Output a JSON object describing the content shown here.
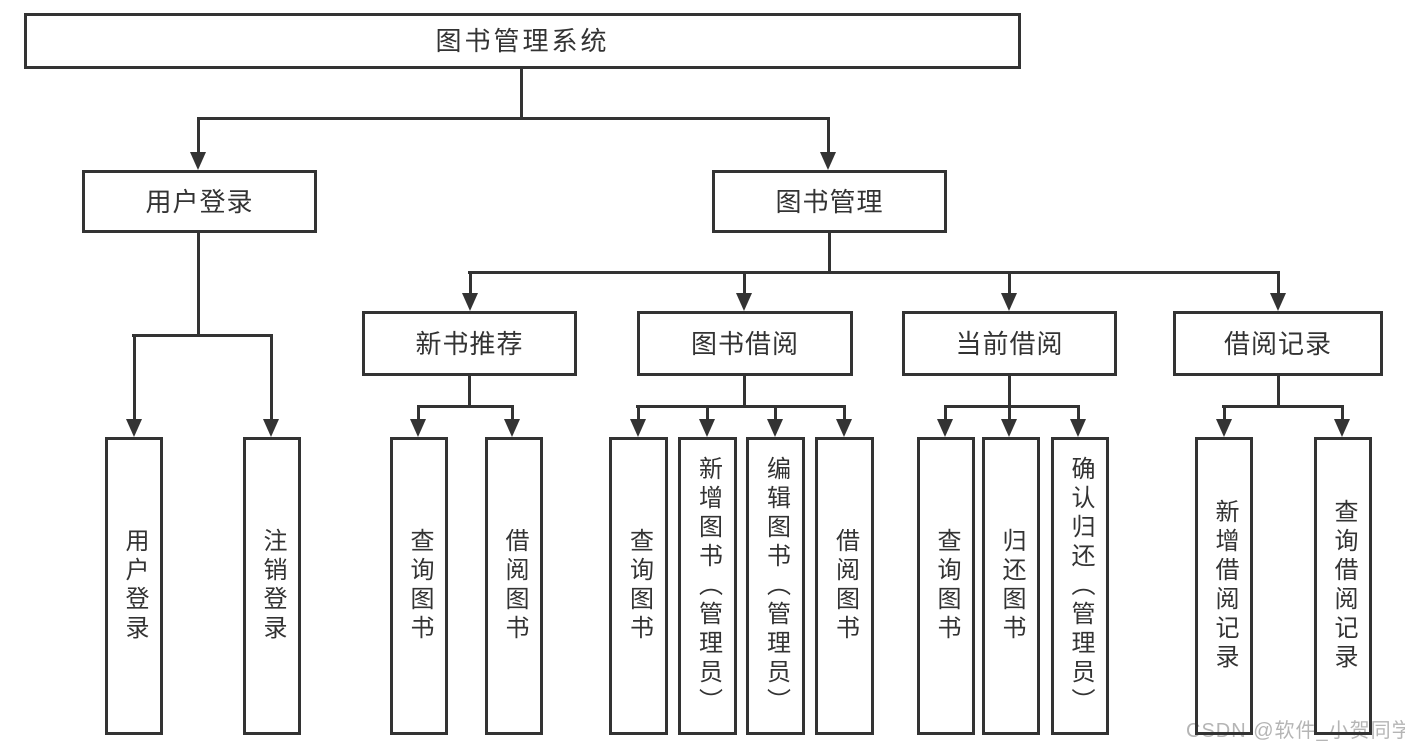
{
  "diagram": {
    "root": {
      "label": "图书管理系统"
    },
    "login": {
      "label": "用户登录",
      "children": [
        {
          "label": "用户登录"
        },
        {
          "label": "注销登录"
        }
      ]
    },
    "management": {
      "label": "图书管理",
      "sections": [
        {
          "label": "新书推荐",
          "children": [
            {
              "label": "查询图书"
            },
            {
              "label": "借阅图书"
            }
          ]
        },
        {
          "label": "图书借阅",
          "children": [
            {
              "label": "查询图书"
            },
            {
              "label": "新增图书（管理员）"
            },
            {
              "label": "编辑图书（管理员）"
            },
            {
              "label": "借阅图书"
            }
          ]
        },
        {
          "label": "当前借阅",
          "children": [
            {
              "label": "查询图书"
            },
            {
              "label": "归还图书"
            },
            {
              "label": "确认归还（管理员）"
            }
          ]
        },
        {
          "label": "借阅记录",
          "children": [
            {
              "label": "新增借阅记录"
            },
            {
              "label": "查询借阅记录"
            }
          ]
        }
      ]
    }
  },
  "watermark": {
    "text": "CSDN @软件_小贺同学"
  },
  "colors": {
    "line": "#333333",
    "text": "#333333",
    "watermark": "#b5b5b5",
    "background": "#ffffff"
  }
}
